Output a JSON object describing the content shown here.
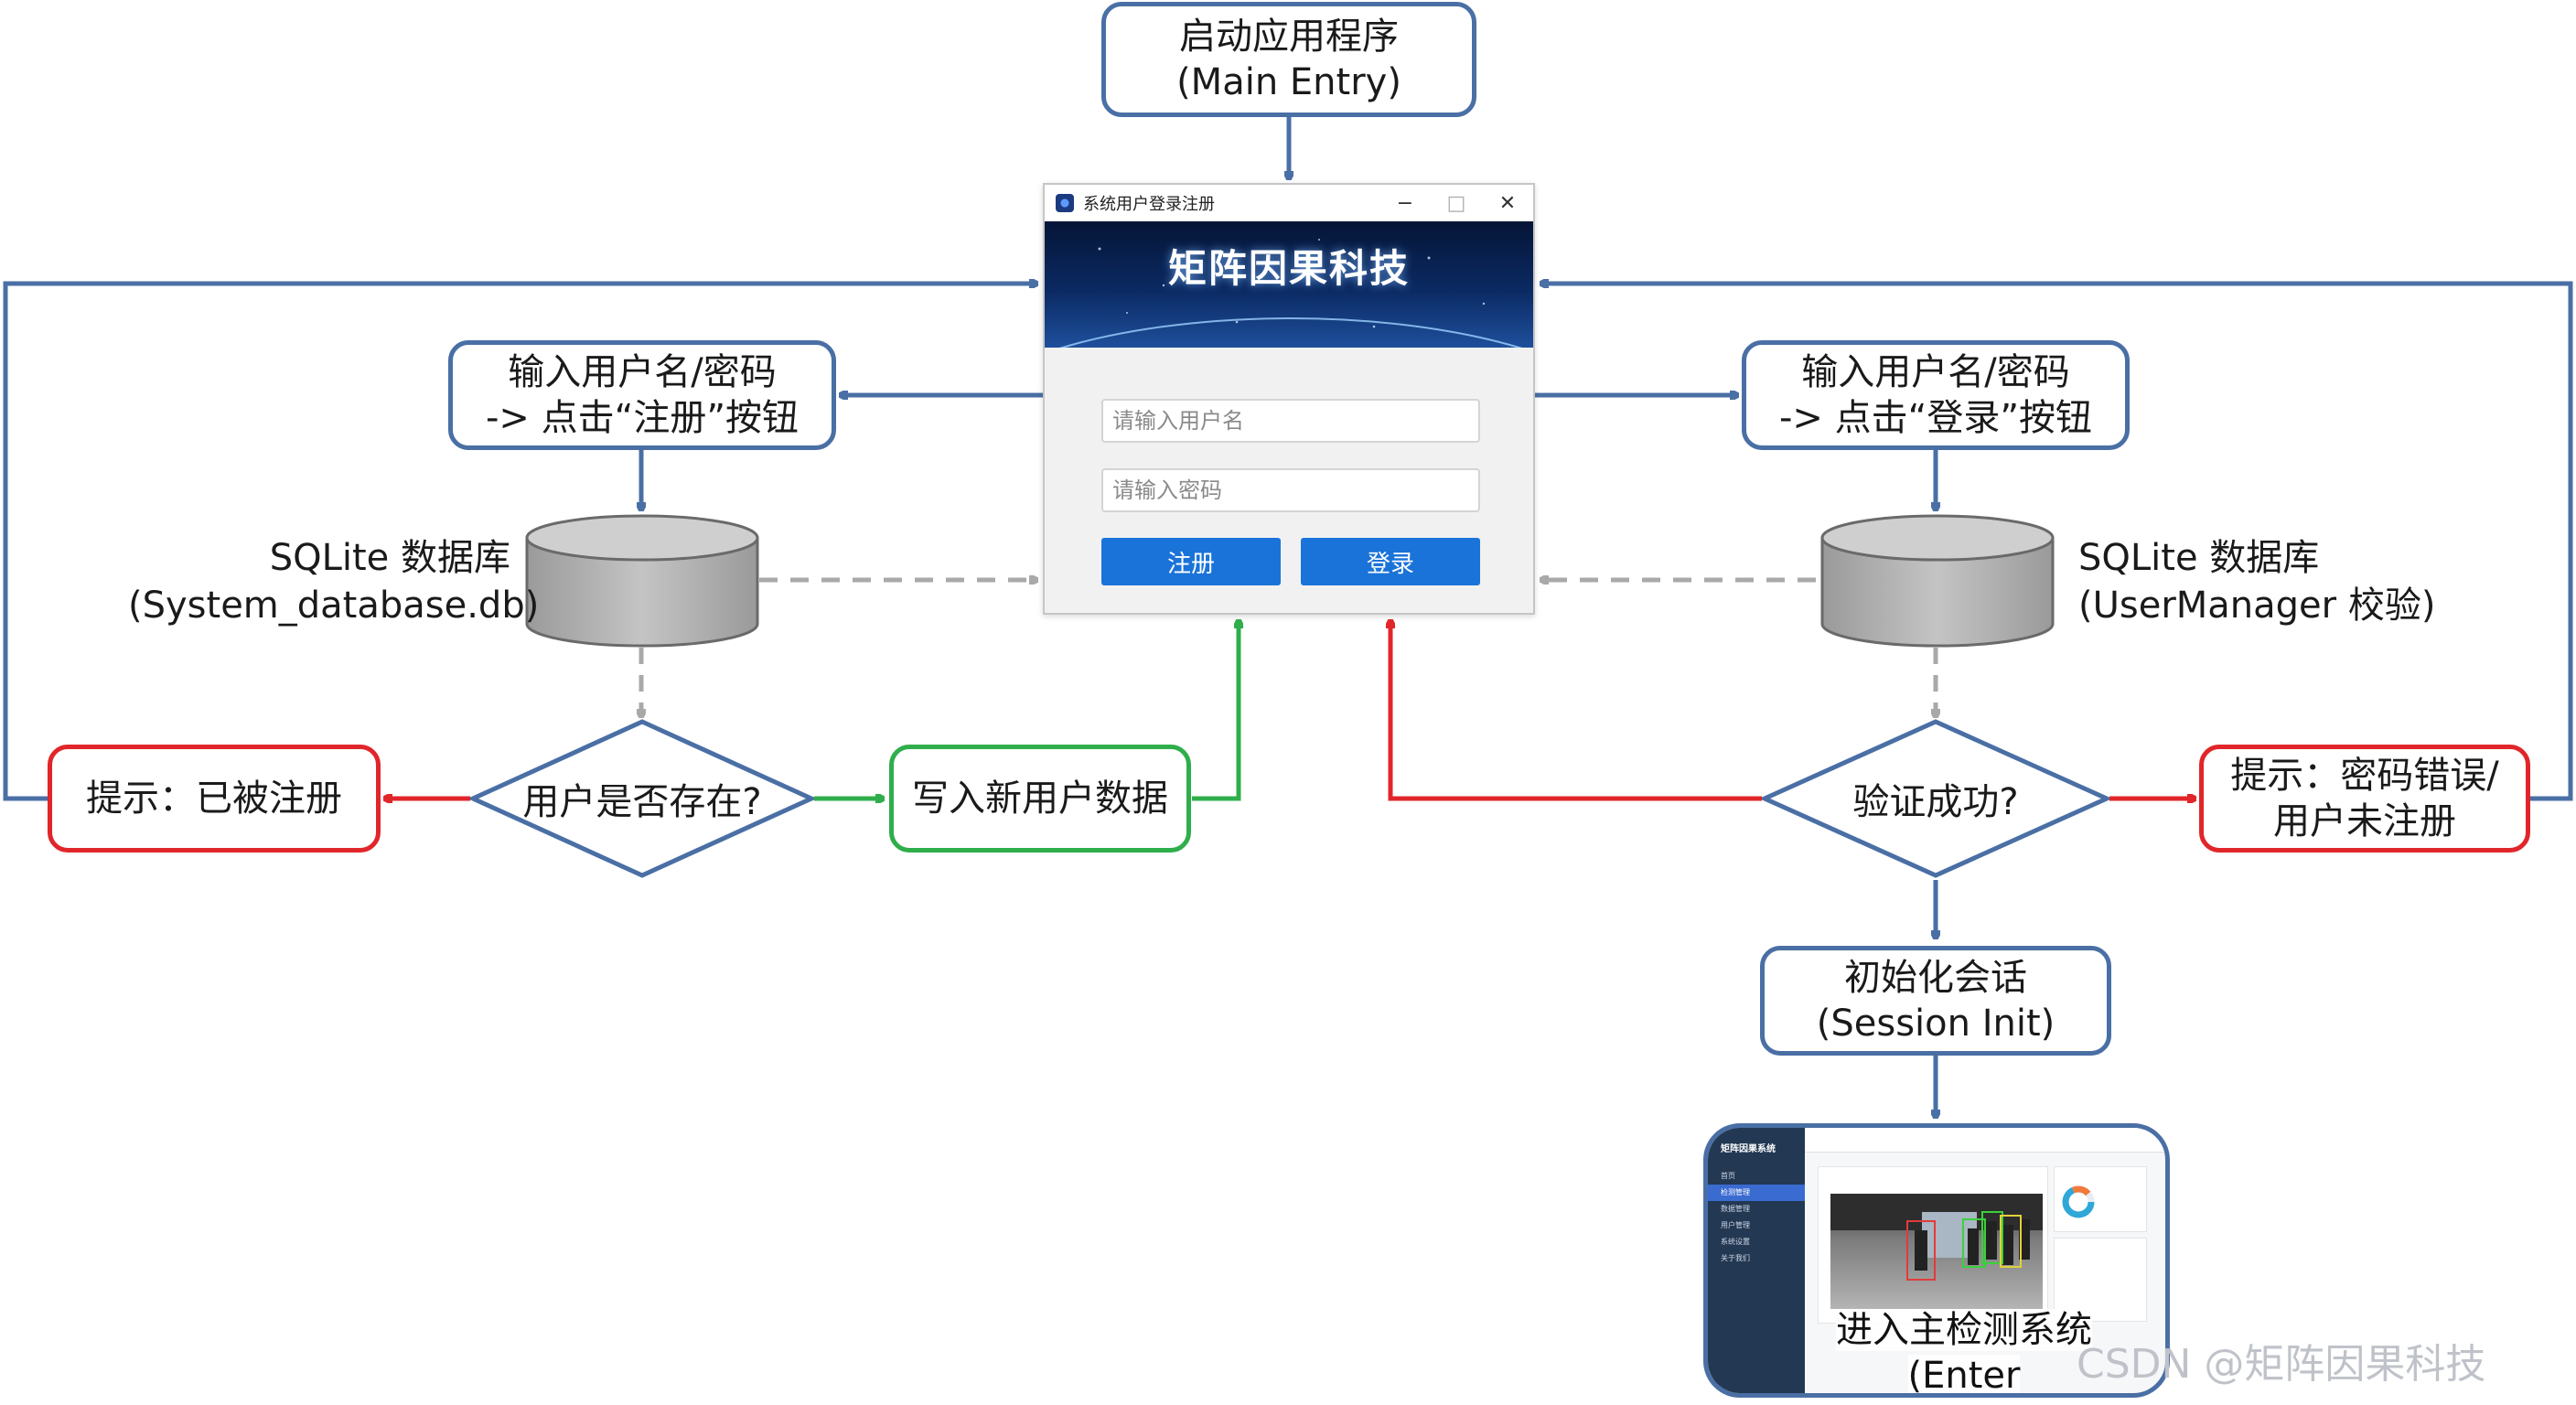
{
  "start": {
    "line1": "启动应用程序",
    "line2": "(Main Entry)"
  },
  "login_window": {
    "title": "系统用户登录注册",
    "banner_title": "矩阵因果科技",
    "username_placeholder": "请输入用户名",
    "password_placeholder": "请输入密码",
    "register_button": "注册",
    "login_button": "登录",
    "minimize": "−",
    "maximize": "□",
    "close": "✕"
  },
  "register_flow": {
    "input": {
      "line1": "输入用户名/密码",
      "line2": "-> 点击“注册”按钮"
    },
    "db": {
      "line1": "SQLite 数据库",
      "line2": "(System_database.db)"
    },
    "decision": "用户是否存在?",
    "exists_msg": "提示：已被注册",
    "write": "写入新用户数据"
  },
  "login_flow": {
    "input": {
      "line1": "输入用户名/密码",
      "line2": "-> 点击“登录”按钮"
    },
    "db": {
      "line1": "SQLite 数据库",
      "line2": "(UserManager 校验)"
    },
    "decision": "验证成功?",
    "fail_msg": {
      "line1": "提示：密码错误/",
      "line2": "用户未注册"
    },
    "session": {
      "line1": "初始化会话",
      "line2": "(Session Init)"
    },
    "enter": {
      "line1": "进入主检测系统",
      "line2": "(Enter System)"
    }
  },
  "system_preview": {
    "app_title": "矩阵因果系统",
    "nav": [
      "首页",
      "检测管理",
      "数据管理",
      "用户管理",
      "系统设置",
      "关于我们"
    ]
  },
  "watermark": "CSDN @矩阵因果科技",
  "colors": {
    "flow_blue": "#4a6fa5",
    "error_red": "#e0262a",
    "success_green": "#2fae4b",
    "db_gray": "#a9a9a9",
    "button_blue": "#1a73d9"
  }
}
